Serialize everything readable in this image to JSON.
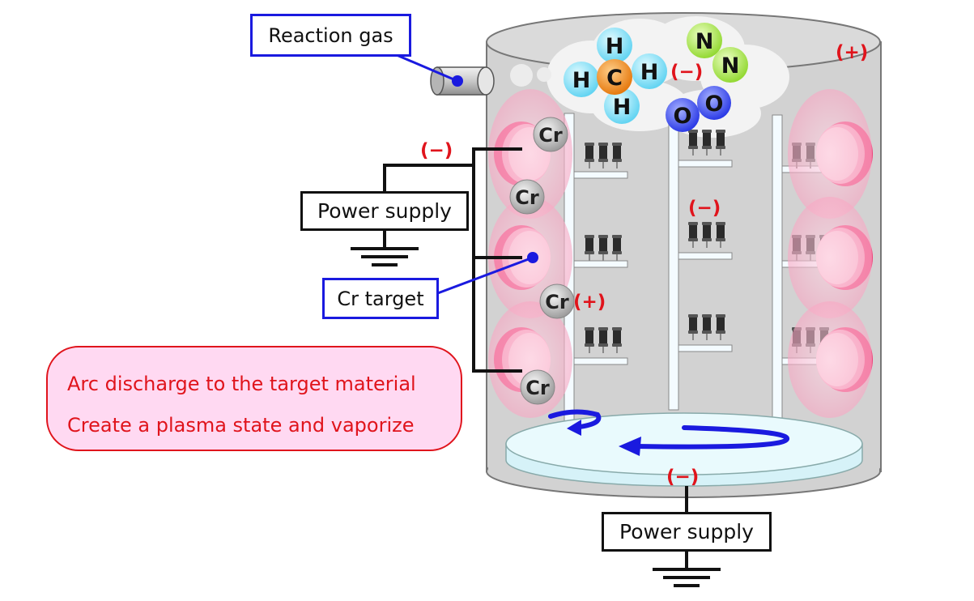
{
  "labels": {
    "reaction_gas": "Reaction gas",
    "power_supply_left": "Power supply",
    "power_supply_bottom": "Power supply",
    "cr_target": "Cr target"
  },
  "signs": {
    "chamber_top": "(+)",
    "gas_cloud": "(−)",
    "left_circuit": "(−)",
    "center_rack": "(−)",
    "cr_ion": "(+)",
    "turntable": "(−)"
  },
  "atoms": {
    "hydrogen": "H",
    "carbon": "C",
    "nitrogen": "N",
    "oxygen": "O",
    "chromium": "Cr"
  },
  "note": {
    "line1": "Arc discharge to the target material",
    "line2": "Create a plasma state and vaporize"
  },
  "colors": {
    "label_border_blue": "#1a1adf",
    "sign_red": "#e0141c",
    "note_fill": "#ffd9f2",
    "hydrogen": "#7fe0f7",
    "carbon": "#f08a1a",
    "nitrogen": "#a8e84a",
    "oxygen": "#3f4ef0",
    "chromium": "#b5b5b5",
    "target": "#ee3f79",
    "chamber": "#d2d2d2"
  }
}
